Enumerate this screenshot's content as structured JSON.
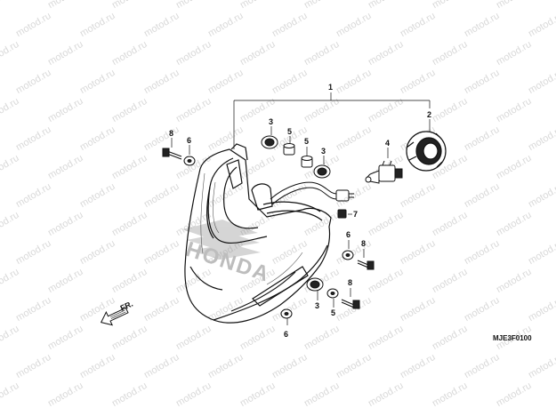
{
  "watermark": {
    "text": "motod.ru"
  },
  "brand": {
    "text": "HONDA"
  },
  "direction": {
    "label": "FR."
  },
  "diagram_code": "MJE3F0100",
  "callouts": [
    {
      "id": "c1",
      "label": "1"
    },
    {
      "id": "c2",
      "label": "2"
    },
    {
      "id": "c3a",
      "label": "3"
    },
    {
      "id": "c3b",
      "label": "3"
    },
    {
      "id": "c3c",
      "label": "3"
    },
    {
      "id": "c4",
      "label": "4"
    },
    {
      "id": "c5a",
      "label": "5"
    },
    {
      "id": "c5b",
      "label": "5"
    },
    {
      "id": "c5c",
      "label": "5"
    },
    {
      "id": "c6a",
      "label": "6"
    },
    {
      "id": "c6b",
      "label": "6"
    },
    {
      "id": "c6c",
      "label": "6"
    },
    {
      "id": "c7",
      "label": "7"
    },
    {
      "id": "c8a",
      "label": "8"
    },
    {
      "id": "c8b",
      "label": "8"
    },
    {
      "id": "c8c",
      "label": "8"
    }
  ]
}
